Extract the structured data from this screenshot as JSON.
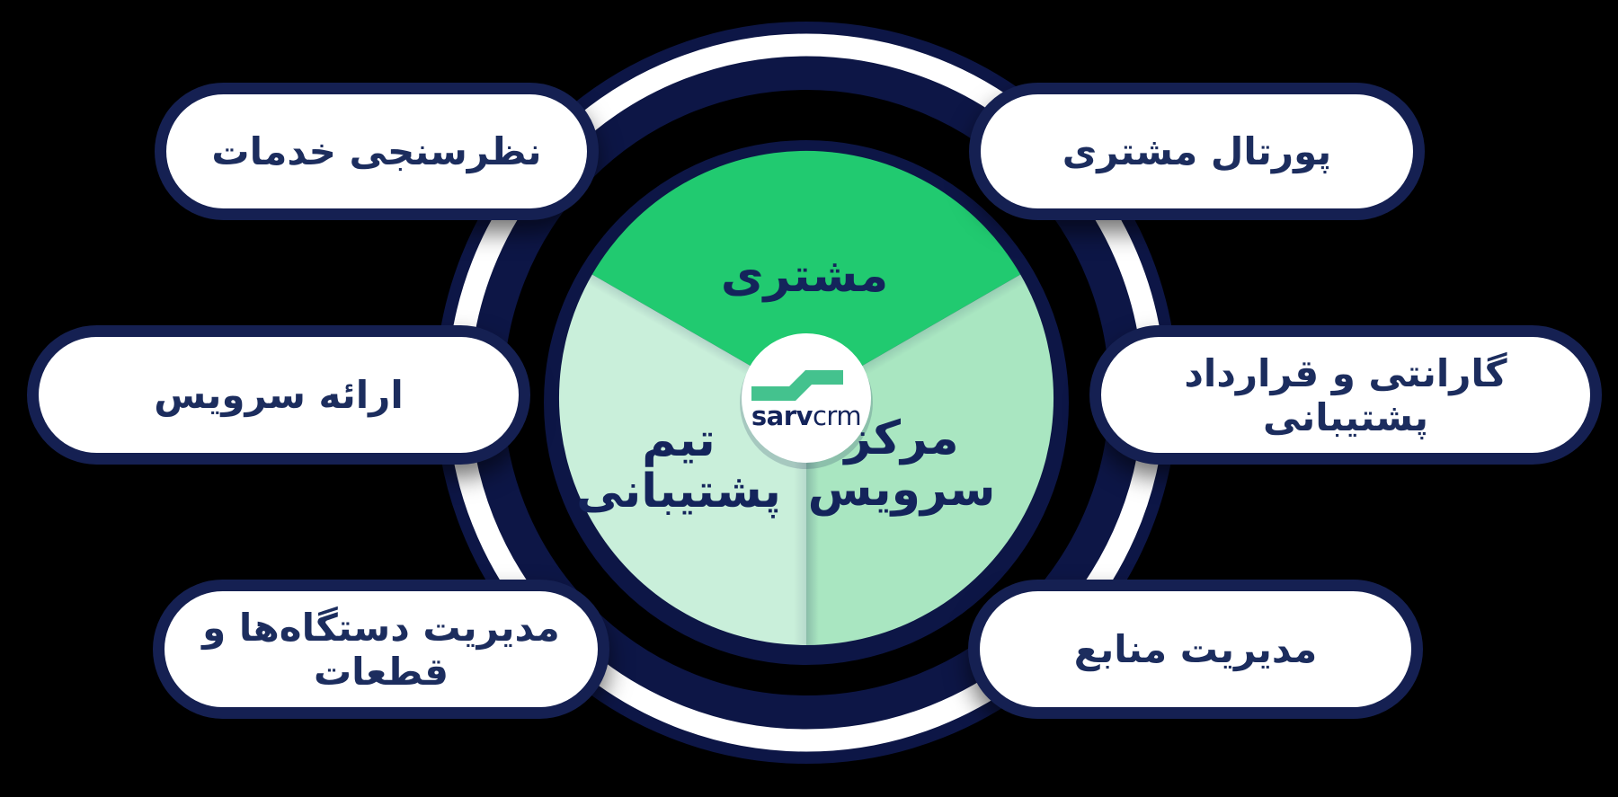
{
  "page": {
    "background_color": "#000000"
  },
  "logo": {
    "bold": "sarv",
    "light": "crm"
  },
  "pie": {
    "type": "pie",
    "title": "",
    "segments": [
      {
        "name": "customer",
        "label": "مشتری",
        "lines": [
          "مشتری"
        ],
        "color": "#21ca70",
        "share_percent": 33.3
      },
      {
        "name": "service-center",
        "label": "مرکز سرویس",
        "lines": [
          "مرکز",
          "سرویس"
        ],
        "color": "#a9e6c1",
        "share_percent": 33.3
      },
      {
        "name": "support-team",
        "label": "تیم پشتیبانی",
        "lines": [
          "تیم",
          "پشتیبانی"
        ],
        "color": "#c9efda",
        "share_percent": 33.3
      }
    ]
  },
  "nodes": [
    {
      "id": "service-survey",
      "position": "top-left",
      "label": "نظرسنجی خدمات"
    },
    {
      "id": "customer-portal",
      "position": "top-right",
      "label": "پورتال مشتری"
    },
    {
      "id": "service-delivery",
      "position": "middle-left",
      "label": "ارائه سرویس"
    },
    {
      "id": "warranty-support-contract",
      "position": "middle-right",
      "label": "گارانتی و قرارداد پشتیبانی"
    },
    {
      "id": "devices-parts-management",
      "position": "bottom-left",
      "label": "مدیریت دستگاه‌ها و قطعات"
    },
    {
      "id": "resources-management",
      "position": "bottom-right",
      "label": "مدیریت منابع"
    }
  ],
  "colors": {
    "navy": "#0d1646",
    "pill_border": "#152052",
    "text_navy": "#1c2d5e",
    "ring_white": "#ffffff",
    "logo_green": "#44c28e",
    "green_top": "#21ca70",
    "green_right": "#a9e6c1",
    "green_left": "#c9efda",
    "background": "#000000"
  }
}
